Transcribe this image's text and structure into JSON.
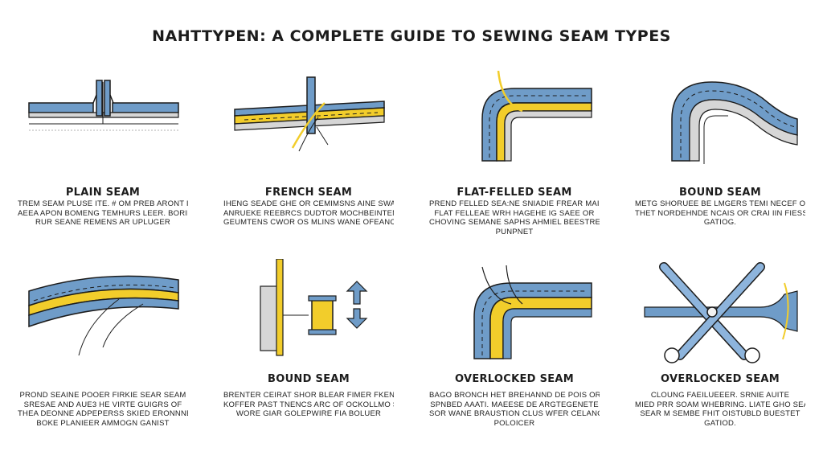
{
  "title": "NAHTTYPEN: A COMPLETE GUIDE TO SEWING SEAM TYPES",
  "colors": {
    "fabric_blue": "#6f9cc8",
    "fabric_dark": "#2e5f8e",
    "thread_yellow": "#f2cd2b",
    "outline": "#1c1c1c",
    "fabric_grey": "#d6d6d6"
  },
  "row1": [
    {
      "name": "PLAIN SEAM",
      "icon": "plain-seam-icon",
      "desc": [
        "TREM SEAM PLUSE ITE. # OM PREB ARONT IND",
        "AEEA APON BOMENG TEMHURS LEER. BORIEND",
        "RUR SEANE REMENS AR UPLUGER"
      ]
    },
    {
      "name": "FRENCH SEAM",
      "icon": "french-seam-icon",
      "desc": [
        "IHENG SEADE GHE OR CEMIMSNS AINE SWANES",
        "ANRUEKE REEBRCS DUDTOR MOCHBEINTEN",
        "GEUMTENS CWOR OS MLINS WANE OFEANCE"
      ]
    },
    {
      "name": "FLAT-FELLED SEAM",
      "icon": "flat-felled-seam-icon",
      "desc": [
        "PREND FELLED SEA:NE SNIADIE FREAR MAIEND",
        "FLAT FELLEAE WRH HAGEHE IG SAEE OR",
        "CHOVING SEMANE SAPHS AHMIEL BEESTRER",
        "PUNPNET"
      ]
    },
    {
      "name": "BOUND SEAM",
      "icon": "bound-seam-icon",
      "desc": [
        "METG SHORUEE BE LMGERS TEMI NECEF ORDS",
        "THET NORDEHNDE NCAIS OR CRAI IIN FIESSENPARE",
        "GATIOG."
      ]
    }
  ],
  "row2": [
    {
      "name": "",
      "icon": "overlap-seam-icon",
      "desc": [
        "PROND SEAINE POOER FIRKIE SEAR SEAM",
        "SRESAE AND AUE3 HE VIRTE GUIGRS OF",
        "THEA DEONNE ADPEPERSS SKIED ERONNNE",
        "BOKE PLANIEER AMMOGN GANIST"
      ]
    },
    {
      "name": "BOUND SEAM",
      "icon": "binding-tape-icon",
      "desc": [
        "BRENTER CEIRAT SHOR BLEAR FIMER FKENCE",
        "KOFFER PAST TNENCS ARC OF OCKOLLMO SEAND",
        "WORE GIAR GOLEPWIRE FIA BOLUER"
      ]
    },
    {
      "name": "OVERLOCKED SEAM",
      "icon": "overlocked-seam-icon",
      "desc": [
        "BAGO BRONCH HET BREHANND DE POIS OR",
        "SPNBED AAATI. MAEESE DE ARGTEGENETE",
        "SOR WANE BRAUSTION CLUS WFER CELANCE",
        "POLOICER"
      ]
    },
    {
      "name": "OVERLOCKED SEAM",
      "icon": "scissors-seam-icon",
      "desc": [
        "CLOUNG FAEILUEEER. SRNIE AUITE",
        "MIED PRR SOAM WHEBRING. LIATE GHO SEAN",
        "SEAR M SEMBE FHIT OISTUBLD BUESTET",
        "GATIOD."
      ]
    }
  ]
}
